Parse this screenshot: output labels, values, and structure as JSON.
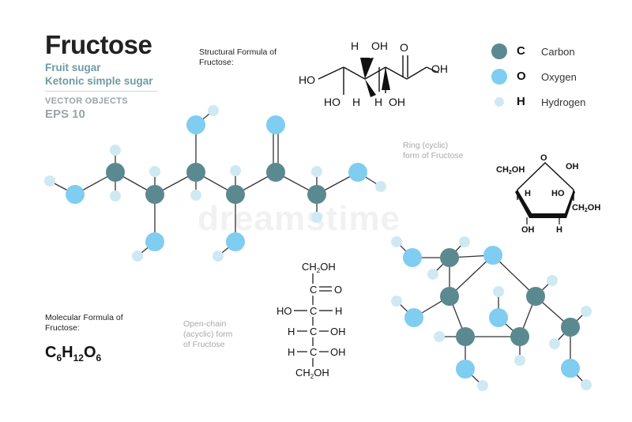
{
  "header": {
    "title": "Fructose",
    "subtitle_1": "Fruit sugar",
    "subtitle_2": "Ketonic simple sugar",
    "vector_label": "VECTOR OBJECTS",
    "eps_label": "EPS 10"
  },
  "structural": {
    "caption_1": "Structural  Formula of",
    "caption_2": "Fructose:"
  },
  "ring": {
    "caption_1": "Ring (cyclic)",
    "caption_2": "form of Fructose"
  },
  "open_chain": {
    "caption_1": "Open-chain",
    "caption_2": "(acyclic) form",
    "caption_3": "of Fructose"
  },
  "molecular": {
    "caption_1": "Molecular Formula of",
    "caption_2": "Fructose:",
    "c": "C",
    "c_n": "6",
    "h": "H",
    "h_n": "12",
    "o": "O",
    "o_n": "6"
  },
  "legend": [
    {
      "symbol": "C",
      "name": "Carbon",
      "color": "#5b8990"
    },
    {
      "symbol": "O",
      "name": "Oxygen",
      "color": "#7fcdf0"
    },
    {
      "symbol": "H",
      "name": "Hydrogen",
      "color": "#cfe9f3"
    }
  ],
  "colors": {
    "carbon": "#5b8990",
    "oxygen": "#7fcdf0",
    "hydrogen": "#cfe9f3",
    "accent_text": "#6d9ca3"
  },
  "watermark": "dreamstime"
}
